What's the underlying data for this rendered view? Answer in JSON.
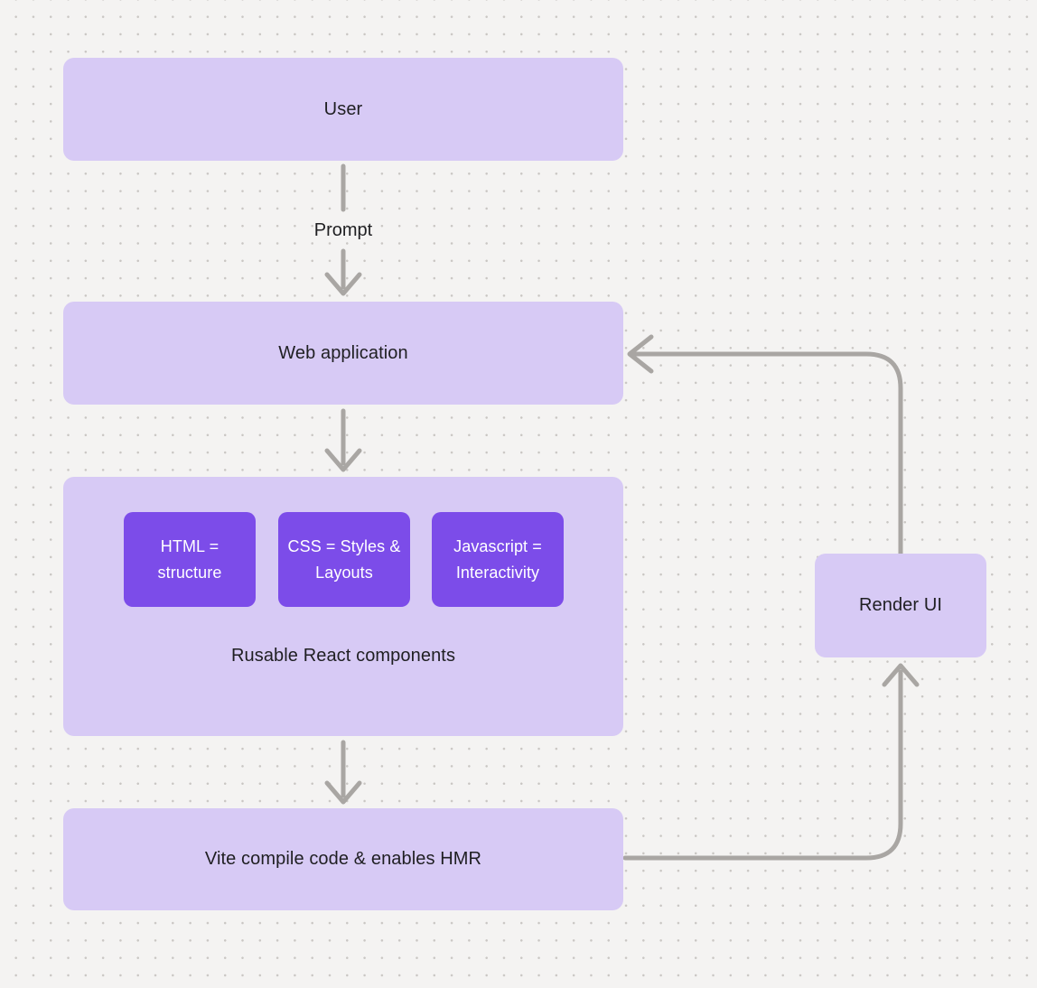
{
  "colors": {
    "background": "#f4f3f2",
    "dot_grid": "#c9c6c3",
    "node_fill": "#d7caf5",
    "accent_fill": "#7c4ce9",
    "accent_text": "#ffffff",
    "text": "#1f1f22",
    "arrow": "#a9a6a3"
  },
  "nodes": {
    "user": "User",
    "web_application": "Web application",
    "group_caption": "Rusable React components",
    "html_chip": "HTML = structure",
    "css_chip": "CSS = Styles & Layouts",
    "javascript_chip": "Javascript = Interactivity",
    "vite": "Vite compile code & enables HMR",
    "render_ui": "Render UI"
  },
  "edge_labels": {
    "prompt": "Prompt"
  }
}
